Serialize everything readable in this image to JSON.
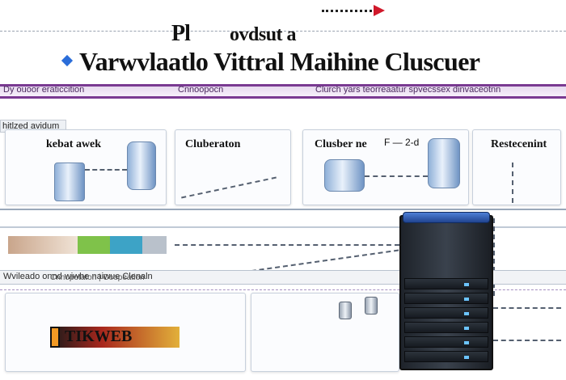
{
  "header": {
    "top_tag": "",
    "subhead_1": "Pl",
    "subhead_2": "ovdsut a",
    "title": "Varwvlaatlo Vittral Maihine Cluscuer"
  },
  "band": {
    "left": "Dy ouoor eraticcition",
    "center": "Cnnoopocn",
    "right": "Clurch yars teorreaatur spvecssex dinvaceotnn"
  },
  "section_label": "hitlzed avidum",
  "panels": [
    {
      "title": "kebat awek"
    },
    {
      "title": "Cluberaton"
    },
    {
      "title": "Clusber ne"
    },
    {
      "title": "Restecenint"
    }
  ],
  "panel_annotation": "F — 2-d",
  "bottom_bar": {
    "left": "Wvileado onnd wiwhe naiwue Clenaln",
    "center": "Cnnopotaton | Coopeation"
  },
  "logo_text": "TIKWEB",
  "colors": {
    "accent_purple": "#7a3a92",
    "accent_blue": "#2a6dd9",
    "arrow_red": "#d0182a",
    "rack_cap_blue": "#3a68c4"
  },
  "icons": {
    "bullet": "diamond-bullet-icon",
    "arrow": "red-arrow-icon",
    "storage": "storage-cylinder-icon",
    "server": "server-rack-icon"
  }
}
